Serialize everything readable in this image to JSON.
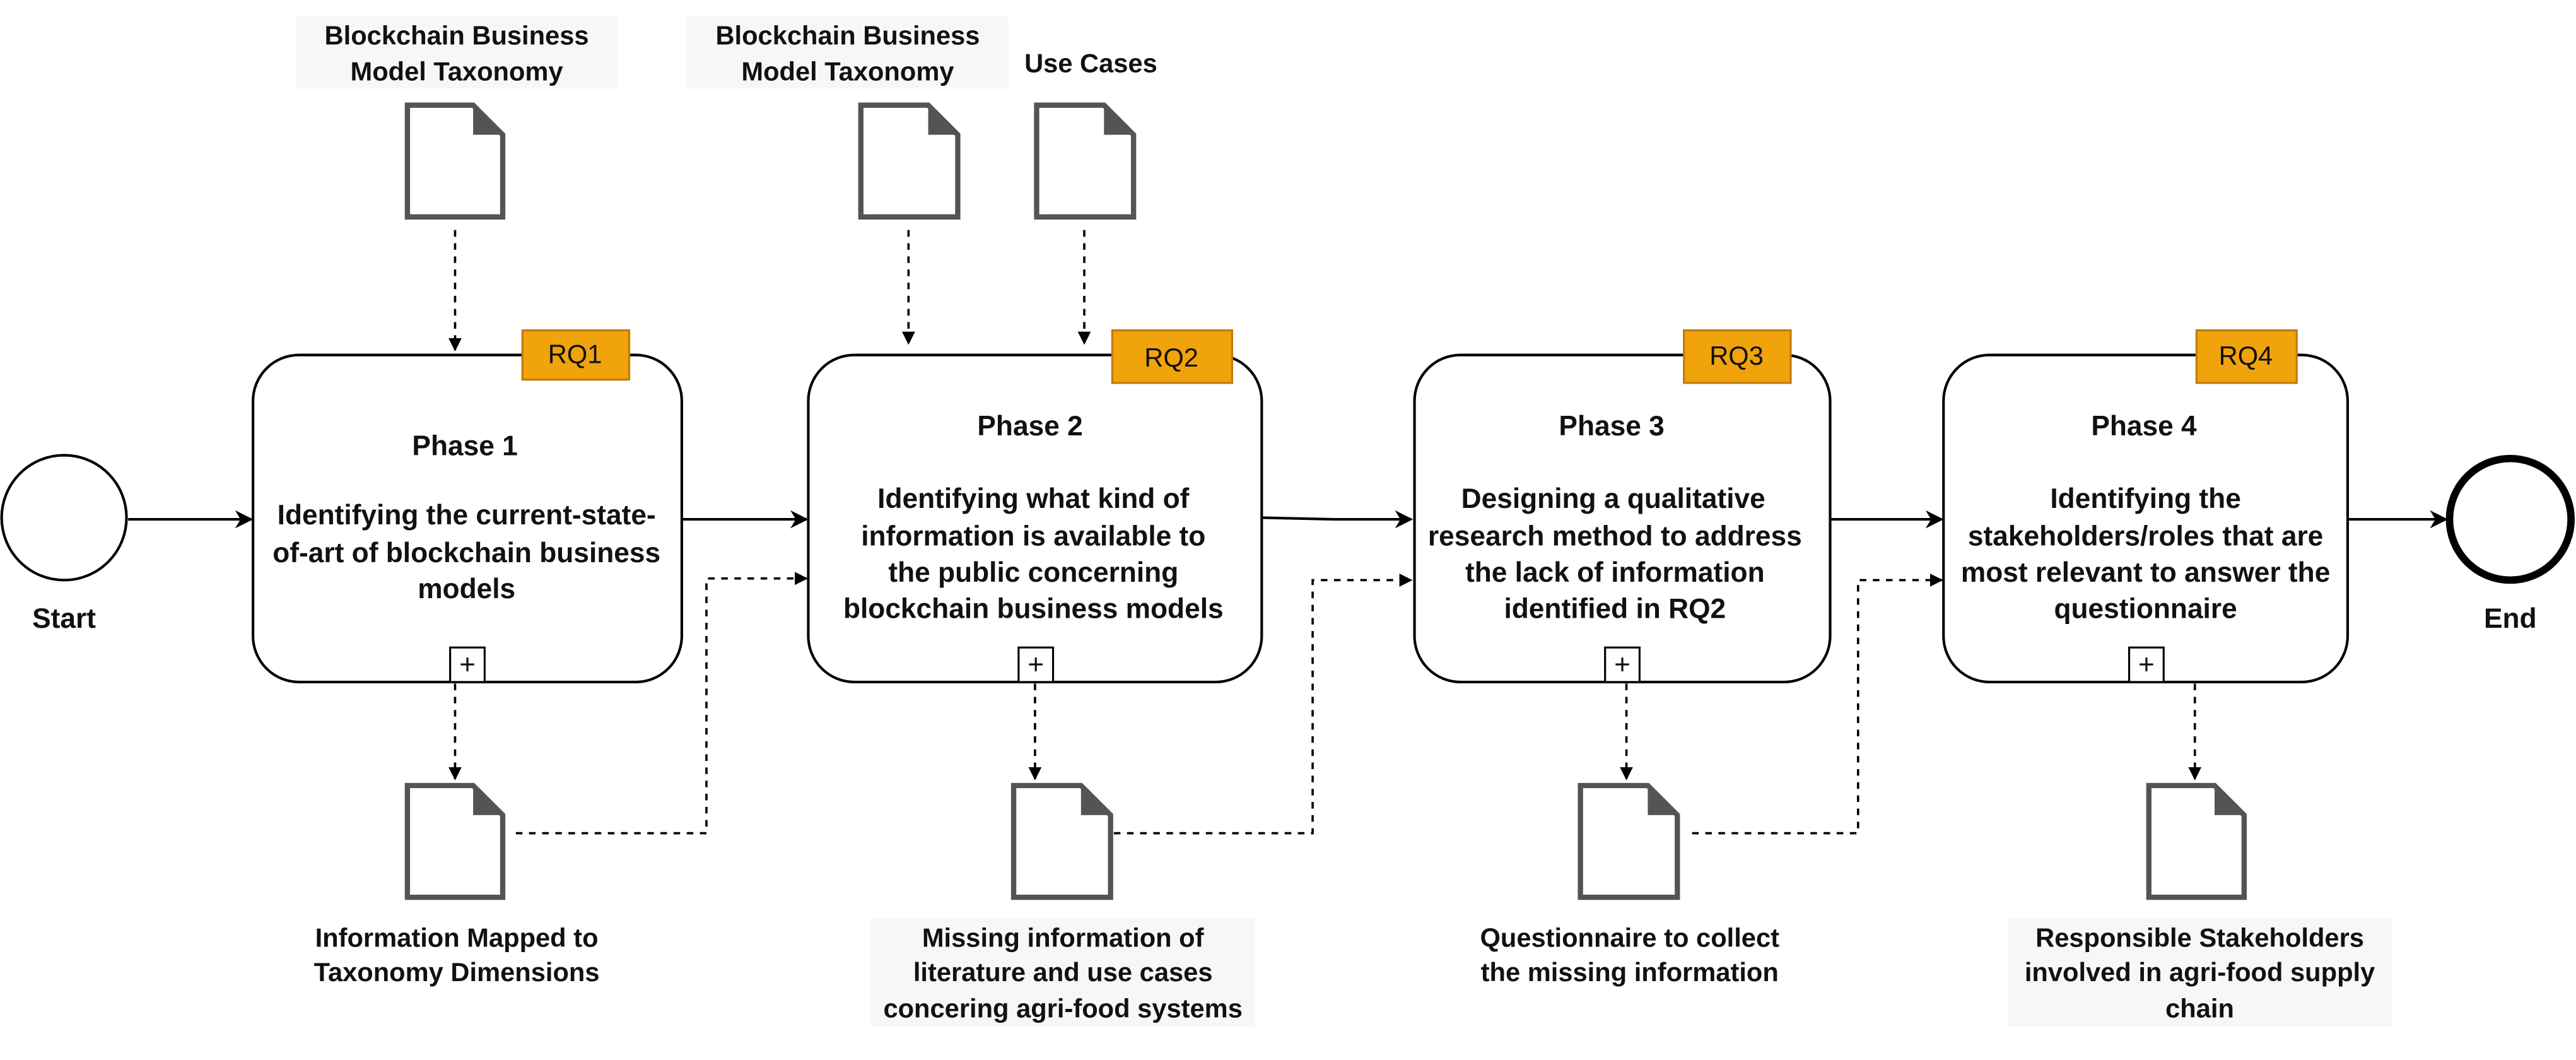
{
  "events": {
    "start_label": "Start",
    "end_label": "End"
  },
  "phases": [
    {
      "rq": "RQ1",
      "title": "Phase 1",
      "lines": [
        "Identifying the current-state-",
        "of-art of blockchain business",
        "models"
      ]
    },
    {
      "rq": "RQ2",
      "title": "Phase 2",
      "lines": [
        "Identifying what kind of",
        "information is available to",
        "the public concerning",
        "blockchain business models"
      ]
    },
    {
      "rq": "RQ3",
      "title": "Phase 3",
      "lines": [
        "Designing  a qualitative",
        "research method to address",
        "the lack of information",
        "identified in RQ2"
      ]
    },
    {
      "rq": "RQ4",
      "title": "Phase 4",
      "lines": [
        "Identifying the",
        "stakeholders/roles that are",
        "most relevant to answer the",
        "questionnaire"
      ]
    }
  ],
  "inputs": [
    {
      "lines": [
        "Blockchain Business",
        "Model Taxonomy"
      ]
    },
    {
      "lines": [
        "Blockchain Business",
        "Model Taxonomy"
      ]
    },
    {
      "lines": [
        "Use Cases"
      ]
    }
  ],
  "outputs": [
    {
      "lines": [
        "Information Mapped to",
        "Taxonomy Dimensions"
      ]
    },
    {
      "lines": [
        "Missing information of",
        "literature and use cases",
        "concering agri-food systems"
      ]
    },
    {
      "lines": [
        "Questionnaire to collect",
        "the missing information"
      ]
    },
    {
      "lines": [
        "Responsible Stakeholders",
        "involved in agri-food supply",
        "chain"
      ]
    }
  ],
  "colors": {
    "rq_fill": "#f0a30a",
    "rq_border": "#c07a00",
    "doc_stroke": "#545454",
    "line": "#000000",
    "label_bg": "#f7f7f7"
  },
  "markers": {
    "subprocess": "+"
  }
}
